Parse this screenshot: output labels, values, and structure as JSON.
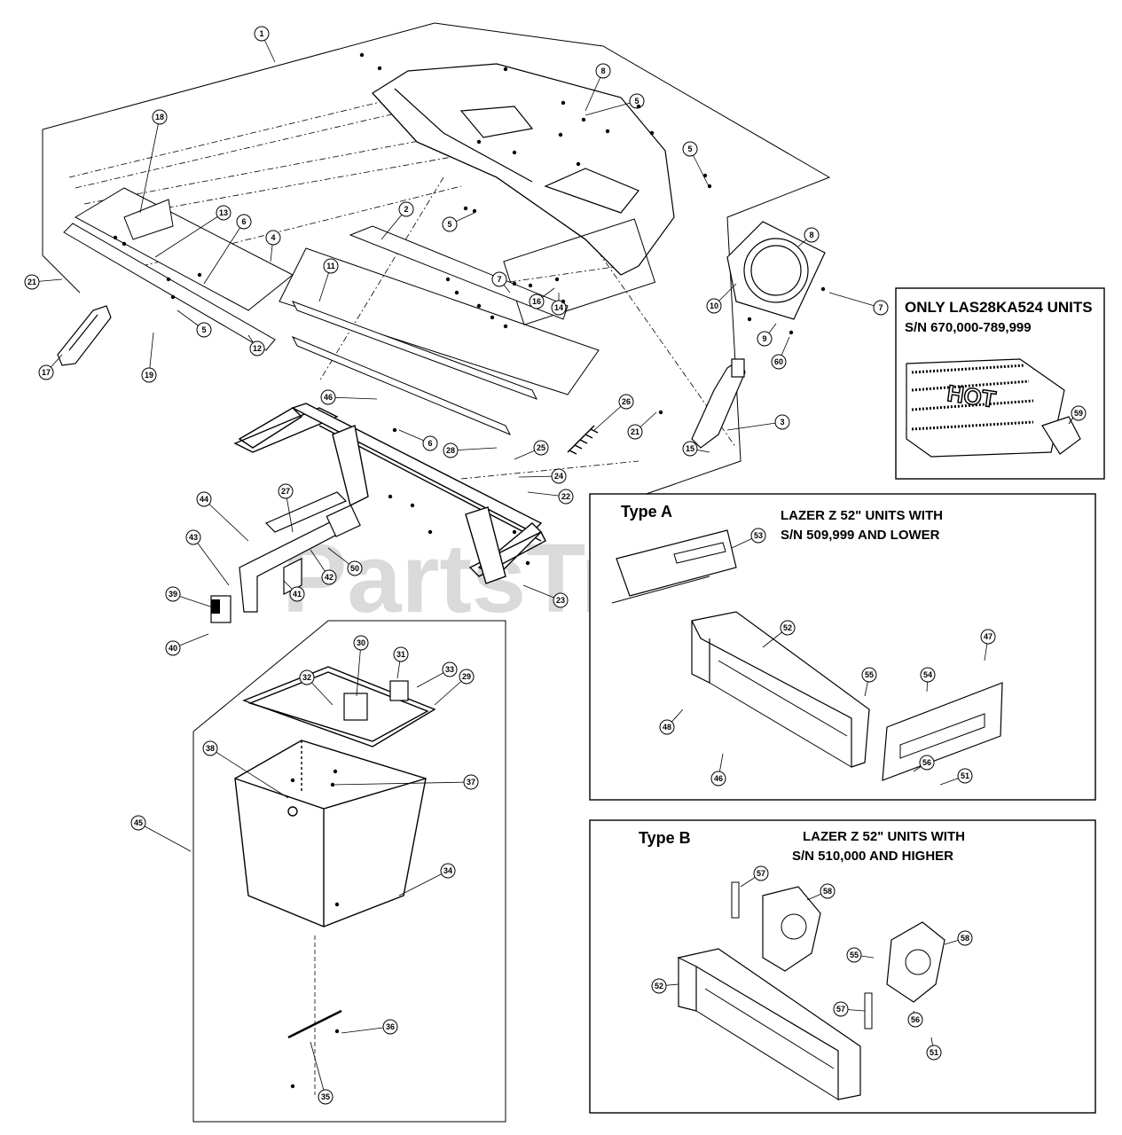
{
  "watermark": "PartsTree",
  "inset_hot": {
    "title": "ONLY LAS28KA524 UNITS",
    "serial": "S/N 670,000-789,999",
    "shield_text": "HOT",
    "callout": "59"
  },
  "type_a": {
    "label": "Type A",
    "desc_line1": "LAZER Z 52\" UNITS WITH",
    "desc_line2": "S/N 509,999 AND LOWER",
    "callouts": [
      "53",
      "52",
      "47",
      "55",
      "54",
      "48",
      "46",
      "56",
      "51"
    ]
  },
  "type_b": {
    "label": "Type B",
    "desc_line1": "LAZER Z 52\" UNITS WITH",
    "desc_line2": "S/N 510,000 AND HIGHER",
    "callouts": [
      "57",
      "58",
      "55",
      "58",
      "52",
      "57",
      "56",
      "51"
    ]
  },
  "main_callouts": [
    "1",
    "8",
    "5",
    "18",
    "5",
    "13",
    "6",
    "4",
    "2",
    "5",
    "21",
    "5",
    "12",
    "19",
    "17",
    "11",
    "7",
    "16",
    "14",
    "8",
    "10",
    "9",
    "7",
    "60",
    "46",
    "6",
    "28",
    "26",
    "21",
    "3",
    "15",
    "25",
    "24",
    "22",
    "44",
    "27",
    "43",
    "42",
    "50",
    "39",
    "41",
    "23",
    "40",
    "30",
    "31",
    "33",
    "32",
    "29",
    "38",
    "37",
    "45",
    "34",
    "36",
    "35"
  ]
}
